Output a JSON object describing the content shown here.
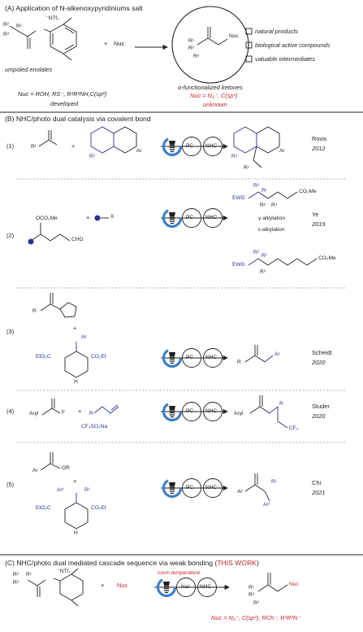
{
  "colors": {
    "red": "#c0272d",
    "blue": "#2e3192",
    "ink": "#231f20",
    "lamp_blue": "#3d7fc8"
  },
  "sectionA": {
    "title": "(A) Application of N-alkenoxypyridiniums salt",
    "counterion": "⁻NTf₂",
    "plus": "+",
    "nuc": "Nuc",
    "reactant_caption": "umpoled enolates",
    "product_caption": "α-functionalized ketones",
    "product_nuc": "Nuc",
    "r1": "R¹",
    "r2": "R²",
    "r3": "R³",
    "uses": [
      "natural products",
      "biological active compounds",
      "valuable intermediates"
    ],
    "developed_line": "Nuc = ROH, RS⁻, R¹R²NH,C(sp²)",
    "developed_label": "developed",
    "unknown_line": "Nuc = N₃⁻, C(sp³)",
    "unknown_label": "unknown"
  },
  "sectionB": {
    "title": "(B) NHC/photo dual catalysis via covalent bond",
    "pc": "PC",
    "nhc": "NHC",
    "entries": [
      {
        "num": "(1)",
        "author": "Rovis",
        "year": "2012",
        "labels": [
          "R¹",
          "R²",
          "Ar",
          "+",
          "R¹",
          "R²",
          "Ar"
        ]
      },
      {
        "num": "(2)",
        "author": "Ye",
        "year": "2019",
        "labels": [
          "OCO₂Me",
          "CHO",
          "+",
          "X",
          "R²",
          "R¹",
          "CO₂Me",
          "EWG",
          "R³",
          "R⁴",
          "γ-alkylation",
          "ε-alkylation",
          "R²",
          "R¹",
          "CO₂Me",
          "EWG",
          "R³"
        ]
      },
      {
        "num": "(3)",
        "author": "Scheidt",
        "year": "2020",
        "labels": [
          "R",
          "+",
          "Ar",
          "EtO₂C",
          "CO₂Et",
          "H",
          "R",
          "Ar"
        ]
      },
      {
        "num": "(4)",
        "author": "Studer",
        "year": "2020",
        "labels": [
          "Aryl",
          "F",
          "+",
          "R",
          "CF₃SO₂Na",
          "Aryl",
          "R",
          "CF₃"
        ]
      },
      {
        "num": "(5)",
        "author": "Chi",
        "year": "2021",
        "labels": [
          "Ar",
          "OR",
          "+",
          "Ar¹",
          "R¹",
          "EtO₂C",
          "CO₂Et",
          "H",
          "Ar",
          "R¹",
          "Ar¹"
        ]
      }
    ]
  },
  "sectionC": {
    "title_main": "(C) NHC/photo dual mediated cascade sequence via weak bonding (",
    "title_emph": "THIS WORK",
    "title_end": ")",
    "condition": "room temperature",
    "nai": "NaI",
    "nhc": "NHC",
    "plus": "+",
    "nuc": "Nuc",
    "counterion": "⁻NTf₂",
    "product_nuc": "Nuc",
    "r1": "R¹",
    "r2": "R²",
    "r3": "R³",
    "scope": "Nuc = N₃⁻, C(sp³), RCh⁻, R¹R²N⁻"
  }
}
